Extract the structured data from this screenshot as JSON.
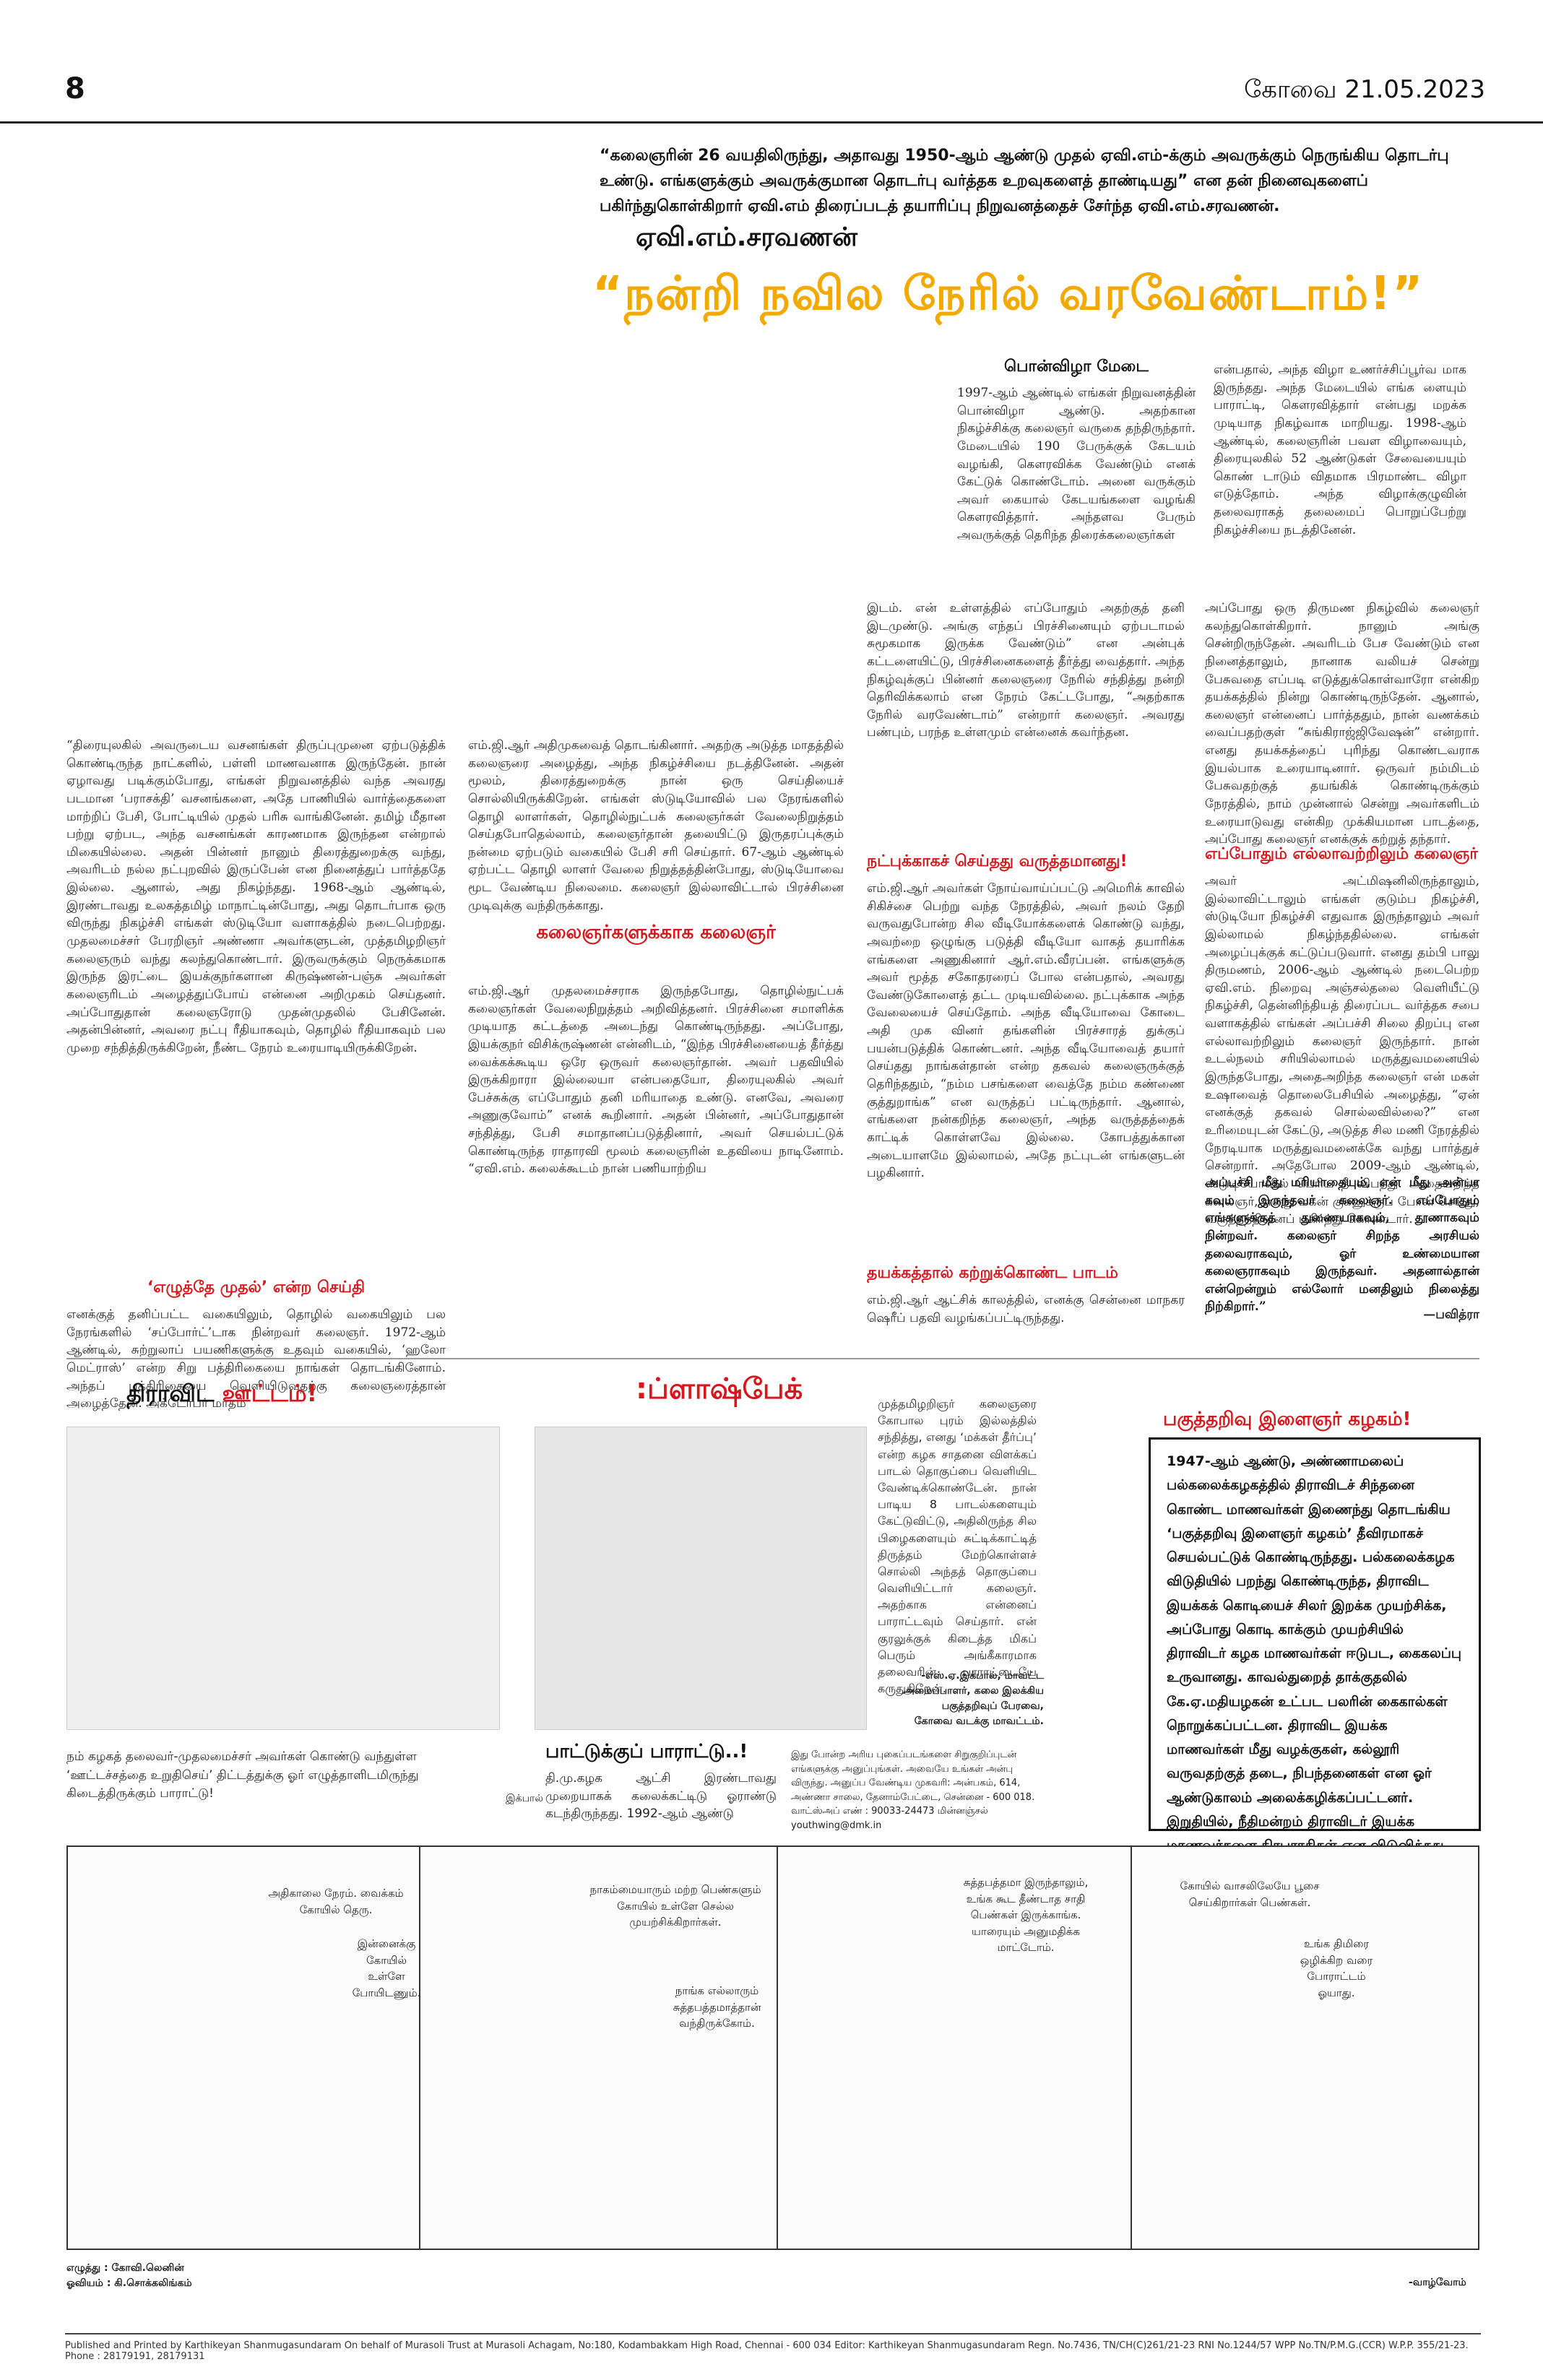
{
  "header": {
    "page_number": "8",
    "dateline": "கோவை  21.05.2023"
  },
  "intro": "“கலைஞரின் 26 வயதிலிருந்து, அதாவது 1950-ஆம் ஆண்டு முதல் ஏவி.எம்-க்கும் அவருக்கும் நெருங்கிய தொடர்பு உண்டு. எங்களுக்கும் அவருக்குமான தொடர்பு வர்த்தக உறவுகளைத் தாண்டியது” என தன் நினைவுகளைப் பகிர்ந்துகொள்கிறார் ஏவி.எம் திரைப்படத் தயாரிப்பு நிறுவனத்தைச் சேர்ந்த ஏவி.எம்.சரவணன்.",
  "byline": "ஏவி.எம்.சரவணன்",
  "headline": "“நன்றி நவில நேரில் வரவேண்டாம்!”",
  "article": {
    "sub_ponvizha": "பொன்விழா மேடை",
    "p_ponvizha": "1997-ஆம் ஆண்டில் எங்கள் நிறுவனத்தின் பொன்விழா ஆண்டு. அதற்கான நிகழ்ச்சிக்கு கலைஞர் வருகை தந்திருந்தார். மேடையில் 190 பேருக்குக் கேடயம் வழங்கி, கௌரவிக்க வேண்டும் எனக் கேட்டுக் கொண்டோம். அனை வருக்கும் அவர் கையால் கேடயங்களை வழங்கி கௌரவித்தார். அந்தளவ பேரும் அவருக்குத் தெரிந்த திரைக்கலைஞர்கள்",
    "p_right_top": "என்பதால், அந்த விழா உணர்ச்சிப்பூர்வ மாக இருந்தது. அந்த மேடையில் எங்க ளையும் பாராட்டி, கௌரவித்தார் என்பது மறக்க முடியாத நிகழ்வாக மாறியது. 1998-ஆம் ஆண்டில், கலைஞரின் பவள விழாவையும், திரையுலகில் 52 ஆண்டுகள் சேவையையும் கொண் டாடும் விதமாக பிரமாண்ட விழா எடுத்தோம். அந்த விழாக்குழுவின் தலைவராகத் தலைமைப் பொறுப்பேற்று நிகழ்ச்சியை நடத்தினேன்.",
    "col1": "“திரையுலகில் அவருடைய வசனங்கள் திருப்புமுனை ஏற்படுத்திக் கொண்டிருந்த நாட்களில், பள்ளி மாணவனாக இருந்தேன். நான் ஏழாவது படிக்கும்போது, எங்கள் நிறுவனத்தில் வந்த அவரது படமான ‘பராசக்தி’ வசனங்களை, அதே பாணியில் வார்த்தைகளை மாற்றிப் பேசி, போட்டியில் முதல் பரிசு வாங்கினேன். தமிழ் மீதான பற்று ஏற்பட, அந்த வசனங்கள் காரணமாக இருந்தன என்றால் மிகையில்லை. அதன் பின்னர் நானும் திரைத்துறைக்கு வந்து, அவரிடம் நல்ல நட்புறவில் இருப்பேன் என நினைத்துப் பார்த்ததே இல்லை. ஆனால், அது நிகழ்ந்தது. 1968-ஆம் ஆண்டில், இரண்டாவது உலகத்தமிழ் மாநாட்டின்போது, அது தொடர்பாக ஒரு விருந்து நிகழ்ச்சி எங்கள் ஸ்டுடியோ வளாகத்தில் நடைபெற்றது. முதலமைச்சர் பேரறிஞர் அண்ணா அவர்களுடன், முத்தமிழறிஞர் கலைஞரும் வந்து கலந்துகொண்டார். இருவருக்கும் நெருக்கமாக இருந்த இரட்டை இயக்குநர்களான கிருஷ்ணன்-பஞ்சு அவர்கள் கலைஞரிடம் அழைத்துப்போய் என்னை அறிமுகம் செய்தனர். அப்போதுதான் கலைஞரோடு முதன்முதலில் பேசினேன். அதன்பின்னர், அவரை நட்பு ரீதியாகவும், தொழில் ரீதியாகவும் பல முறை சந்தித்திருக்கிறேன், நீண்ட நேரம் உரையாடியிருக்கிறேன்.",
    "sub_first": "‘எழுத்தே முதல்’ என்ற செய்தி",
    "col1b": "எனக்குத் தனிப்பட்ட வகையிலும், தொழில் வகையிலும் பல நேரங்களில் ‘சப்போர்ட்’டாக நின்றவர் கலைஞர். 1972-ஆம் ஆண்டில், சுற்றுலாப் பயணிகளுக்கு உதவும் வகையில், ‘ஹலோ மெட்ராஸ்’ என்ற சிறு பத்திரிகையை நாங்கள் தொடங்கினோம். அந்தப் பத்திரிகையை வெளியிடுவதற்கு கலைஞரைத்தான் அழைத்தேன். அக்டோபர் மாதம்",
    "col2": "எம்.ஜி.ஆர் அதிமுகவைத் தொடங்கினார். அதற்கு அடுத்த மாதத்தில் கலைஞரை அழைத்து, அந்த நிகழ்ச்சியை நடத்தினேன். அதன் மூலம், திரைத்துறைக்கு நான் ஒரு செய்தியைச் சொல்லியிருக்கிறேன். எங்கள் ஸ்டுடியோவில் பல நேரங்களில் தொழி லாளர்கள், தொழில்நுட்பக் கலைஞர்கள் வேலைநிறுத்தம் செய்தபோதெல்லாம், கலைஞர்தான் தலையிட்டு இருதரப்புக்கும் நன்மை ஏற்படும் வகையில் பேசி சரி செய்தார். 67-ஆம் ஆண்டில் ஏற்பட்ட தொழி லாளர் வேலை நிறுத்தத்தின்போது, ஸ்டுடியோவை மூட வேண்டிய நிலைமை. கலைஞர் இல்லாவிட்டால் பிரச்சினை முடிவுக்கு வந்திருக்காது.",
    "sub_kalaignargal": "கலைஞர்களுக்காக கலைஞர்",
    "col2b": "எம்.ஜி.ஆர் முதலமைச்சராக இருந்தபோது, தொழில்நுட்பக் கலைஞர்கள் வேலைநிறுத்தம் அறிவித்தனர். பிரச்சினை சமாளிக்க முடியாத கட்டத்தை அடைந்து கொண்டிருந்தது. அப்போது, இயக்குநர் விசிக்ருஷ்ணன் என்னிடம், “இந்த பிரச்சினையைத் தீர்த்து வைக்கக்கூடிய ஒரே ஒருவர் கலைஞர்தான். அவர் பதவியில் இருக்கிறாரா இல்லையா என்பதையோ, திரையுலகில் அவர் பேச்சுக்கு எப்போதும் தனி மரியாதை உண்டு. எனவே, அவரை அணுகுவோம்” எனக் கூறினார். அதன் பின்னர், அப்போதுதான் சந்தித்து, பேசி சமாதானப்படுத்தினார், அவர் செயல்பட்டுக் கொண்டிருந்த ராதாரவி மூலம் கலைஞரின் உதவியை நாடினோம். “ஏவி.எம். கலைக்கூடம் நான் பணியாற்றிய",
    "col3": "இடம். என் உள்ளத்தில் எப்போதும் அதற்குத் தனி இடமுண்டு. அங்கு எந்தப் பிரச்சினையும் ஏற்படாமல் சுமூகமாக இருக்க வேண்டும்” என அன்புக் கட்டளையிட்டு, பிரச்சினைகளைத் தீர்த்து வைத்தார். அந்த நிகழ்வுக்குப் பின்னர் கலைஞரை நேரில் சந்தித்து நன்றி தெரிவிக்கலாம் என நேரம் கேட்டபோது, “அதற்காக நேரில் வரவேண்டாம்” என்றார் கலைஞர். அவரது பண்பும், பரந்த உள்ளமும் என்னைக் கவர்ந்தன.",
    "sub_natpu": "நட்புக்காகச் செய்தது வருத்தமானது!",
    "col3b": "எம்.ஜி.ஆர் அவர்கள் நோய்வாய்ப்பட்டு அமெரிக் காவில் சிகிச்சை பெற்று வந்த நேரத்தில், அவர் நலம் தேறி வருவதுபோன்ற சில வீடியோக்களைக் கொண்டு வந்து, அவற்றை ஒழுங்கு படுத்தி வீடியோ வாகத் தயாரிக்க எங்களை அணுகினார் ஆர்.எம்.வீரப்பன். எங்களுக்கு அவர் மூத்த சகோதரரைப் போல என்பதால், அவரது வேண்டுகோளைத் தட்ட முடியவில்லை. நட்புக்காக அந்த வேலையைச் செய்தோம். அந்த வீடியோவை கோடை அதி முக வினர் தங்களின் பிரச்சாரத் துக்குப் பயன்படுத்திக் கொண்டனர். அந்த வீடியோவைத் தயார் செய்தது நாங்கள்தான் என்ற தகவல் கலைஞருக்குத் தெரிந்ததும், “நம்ம பசங்களை வைத்தே நம்ம கண்ணை குத்துறாங்க” என வருத்தப் பட்டிருந்தார். ஆனால், எங்களை நன்கறிந்த கலைஞர், அந்த வருத்தத்தைக் காட்டிக் கொள்ளவே இல்லை. கோபத்துக்கான அடையாளமே இல்லாமல், அதே நட்புடன் எங்களுடன் பழகினார்.",
    "sub_thayakkam": "தயக்கத்தால் கற்றுக்கொண்ட பாடம்",
    "col3c": "எம்.ஜி.ஆர் ஆட்சிக் காலத்தில், எனக்கு சென்னை மாநகர ஷெரீப் பதவி வழங்கப்பட்டிருந்தது.",
    "col4": "அப்போது ஒரு திருமண நிகழ்வில் கலைஞர் கலந்துகொள்கிறார். நானும் அங்கு சென்றிருந்தேன். அவரிடம் பேச வேண்டும் என நினைத்தாலும், நானாக வலியச் சென்று பேசுவதை எப்படி எடுத்துக்கொள்வாரோ என்கிற தயக்கத்தில் நின்று கொண்டிருந்தேன். ஆனால், கலைஞர் என்னைப் பார்த்ததும், நான் வணக்கம் வைப்பதற்குள் “சுங்கிராஜ்ஜிவேஷன்” என்றார். எனது தயக்கத்தைப் புரிந்து கொண்டவராக இயல்பாக உரையாடினார். ஒருவர் நம்மிடம் பேசுவதற்குத் தயங்கிக் கொண்டிருக்கும் நேரத்தில், நாம் முன்னால் சென்று அவர்களிடம் உரையாடுவது என்கிற முக்கியமான பாடத்தை, அப்போது கலைஞர் எனக்குக் கற்றுத் தந்தார்.",
    "sub_eppodhum": "எப்போதும் எல்லாவற்றிலும் கலைஞர்",
    "col4b": "அவர் அட்மிஷனிலிருந்தாலும், இல்லாவிட்டாலும் எங்கள் குடும்ப நிகழ்ச்சி, ஸ்டுடியோ நிகழ்ச்சி எதுவாக இருந்தாலும் அவர் இல்லாமல் நிகழ்ந்ததில்லை. எங்கள் அழைப்புக்குக் கட்டுப்படுவார். எனது தம்பி பாலு திருமணம், 2006-ஆம் ஆண்டில் நடைபெற்ற ஏவி.எம். நிறைவு அஞ்சல்தலை வெளியீட்டு நிகழ்ச்சி, தென்னிந்தியத் திரைப்பட வர்த்தக சபை வளாகத்தில் எங்கள் அப்பச்சி சிலை திறப்பு என எல்லாவற்றிலும் கலைஞர் இருந்தார். நான் உடல்நலம் சரியில்லாமல் மருத்துவமனையில் இருந்தபோது, அதைஅறிந்த கலைஞர் என் மகள் உஷாவைத் தொலைபேசியில் அழைத்து, “ஏன் எனக்குத் தகவல் சொல்லவில்லை?” என உரிமையுடன் கேட்டு, அடுத்த சில மணி நேரத்தில் நேரடியாக மருத்துவமனைக்கே வந்து பார்த்துச் சென்றார். அதேபோல 2009-ஆம் ஆண்டில், ஸ்டுடியோவில் பெரிய தீ விபத்து. அதையறிந்த கலைஞர், எனது மகன் குகனுக்குப் போன் செய்து, வருத்தத்தினைப் பகிர்ந்து கொண்டார்.",
    "col4c_bold": "அப்பச்சி மீது மரியாதையும், என் மீது அன்பா கவும் இருந்தவர் கலைஞர். எப்போதும் எங்களுக்குத் துணையாகவும், தூணாகவும் நின்றவர். கலைஞர் சிறந்த அரசியல் தலைவராகவும், ஓர் உண்மையான கலைஞராகவும் இருந்தவர். அதனால்தான் என்றென்றும் எல்லோர் மனதிலும் நிலைத்து நிற்கிறார்.”",
    "col4c_credit": "—பவித்ரா"
  },
  "bottom": {
    "dravida_label_black": "திராவிட ",
    "dravida_label_red": "ஊட்டம்!",
    "flashback_label": ":ப்ளாஷ்பேக்",
    "flashback_text": "முத்தமிழறிஞர் கலைஞரை கோபால புரம் இல்லத்தில் சந்தித்து, எனது ‘மக்கள் தீர்ப்பு’ என்ற கழக சாதனை விளக்கப் பாடல் தொகுப்பை வெளியிட வேண்டிக்கொண்டேன். நான் பாடிய 8 பாடல்களையும் கேட்டுவிட்டு, அதிலிருந்த சில பிழைகளையும் சுட்டிக்காட்டித் திருத்தம் மேற்கொள்ளச் சொல்லி அந்தத் தொகுப்பை வெளியிட்டார் கலைஞர். அதற்காக என்னைப் பாராட்டவும் செய்தார். என் குரலுக்குக் கிடைத்த மிகப் பெரும் அங்கீகாரமாக தலைவரின் பாராட்டையே கருதுகிறேன்.",
    "flashback_credit_1": "-எஸ்.ஏ.இக்பால், மாவட்ட அமைப்பாளர், கலை இலக்கிய",
    "flashback_credit_2": "பகுத்தறிவுப் பேரவை,",
    "flashback_credit_3": "கோவை வடக்கு மாவட்டம்.",
    "dravida_note": "நம் கழகத் தலைவர்-முதலமைச்சர் அவர்கள் கொண்டு வந்துள்ள ‘ஊட்டச்சத்தை உறுதிசெய்’ திட்டத்துக்கு ஓர் எழுத்தாளிடமிருந்து கிடைத்திருக்கும் பாராட்டு!",
    "iqbal_small": "இக்பால்",
    "paattu_head": "பாட்டுக்குப் பாராட்டு..!",
    "paattu_text": "தி.மு.கழக ஆட்சி இரண்டாவது முறையாகக் கலைக்கட்டிடு ஓராண்டு கடந்திருந்தது. 1992-ஆம் ஆண்டு",
    "contact_note": "இது போன்ற அரிய புகைப்படங்களை சிறுகுறிப்புடன் எங்களுக்கு அனுப்புங்கள். அவையே உங்கள் அன்பு விருந்து. அனுப்ப வேண்டிய முகவரி: அன்பகம், 614, அண்ணா சாலை, தேனாம்பேட்டை, சென்னை - 600 018. வாட்ஸ்அப் எண் : 90033-24473 மின்னஞ்சல் youthwing@dmk.in",
    "paguth_head": "பகுத்தறிவு இளைஞர் கழகம்!",
    "paguth_text": "1947-ஆம் ஆண்டு, அண்ணாமலைப் பல்கலைக்கழகத்தில் திராவிடச் சிந்தனை கொண்ட மாணவர்கள் இணைந்து தொடங்கிய ‘பகுத்தறிவு இளைஞர் கழகம்’ தீவிரமாகச் செயல்பட்டுக் கொண்டிருந்தது. பல்கலைக்கழக விடுதியில் பறந்து கொண்டிருந்த, திராவிட இயக்கக் கொடியைச் சிலர் இறக்க முயற்சிக்க, அப்போது கொடி காக்கும் முயற்சியில் திராவிடர் கழக மாணவர்கள் ஈடுபட, கைகலப்பு உருவானது. காவல்துறைத் தாக்குதலில் கே.ஏ.மதியழகன் உட்பட பலரின் கைகால்கள் நொறுக்கப்பட்டன. திராவிட இயக்க மாணவர்கள் மீது வழக்குகள், கல்லூரி வருவதற்குத் தடை, நிபந்தனைகள் என ஓர் ஆண்டுகாலம் அலைக்கழிக்கப்பட்டனர். இறுதியில், நீதிமன்றம் திராவிடர் இயக்க மாணவர்களை நிரபராதிகள் என விடுவித்தது."
  },
  "comic": {
    "panel1_a": "அதிகாலை நேரம். வைக்கம் கோயில் தெரு.",
    "panel1_b": "இன்னைக்கு கோயில் உள்ளே போயிடணும்.",
    "panel2_a": "நாகம்மையாரும் மற்ற பெண்களும் கோயில் உள்ளே செல்ல முயற்சிக்கிறார்கள்.",
    "panel2_b": "நாங்க எல்லாரும் சுத்தபத்தமாத்தான் வந்திருக்கோம்.",
    "panel3_a": "சுத்தபத்தமா இருந்தாலும், உங்க கூட தீண்டாத சாதி பெண்கள் இருக்காங்க. யாரையும் அனுமதிக்க மாட்டோம்.",
    "panel4_a": "கோயில் வாசலிலேயே பூசை செய்கிறார்கள் பெண்கள்.",
    "panel4_b": "உங்க திமிரை ஒழிக்கிற வரை போராட்டம் ஓயாது.",
    "credit_writer": "எழுத்து : கோவி.லெனின்",
    "credit_artist": "ஓவியம் : கி.சொக்கலிங்கம்",
    "continued": "-வாழ்வோம்"
  },
  "imprint": "Published and Printed by Karthikeyan Shanmugasundaram On behalf of Murasoli Trust at Murasoli Achagam, No:180, Kodambakkam High Road, Chennai - 600 034 Editor: Karthikeyan Shanmugasundaram Regn. No.7436, TN/CH(C)261/21-23 RNI No.1244/57 WPP No.TN/P.M.G.(CCR) W.P.P. 355/21-23. Phone : 28179191, 28179131",
  "colors": {
    "accent_yellow": "#f2a900",
    "accent_red": "#d6171c",
    "ink": "#111111"
  }
}
